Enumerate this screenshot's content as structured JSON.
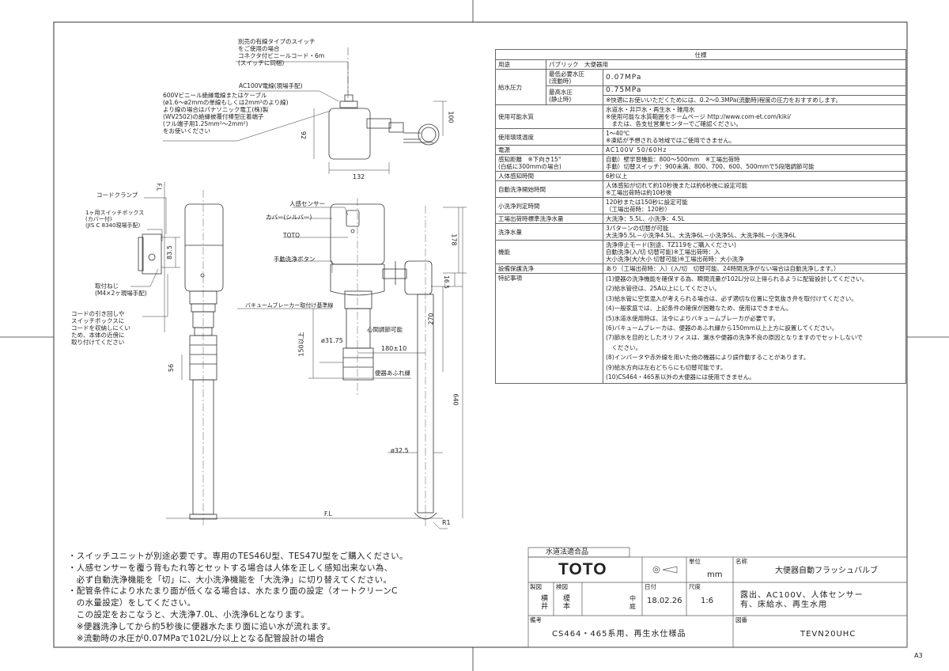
{
  "drawing": {
    "top_callouts": [
      "別売の有線タイプのスイッチ",
      "をご使用の場合",
      "コネクタ付ビニールコード・6m",
      "(スイッチに同梱)"
    ],
    "ac_cable_label": "AC100V電線(現場手配)",
    "vinyl_cable_notes": [
      "600Vビニール絶縁電線またはケーブル",
      "(ø1.6～ø2mmの単線もしくは2mm²のより線)",
      "より線の場合はパナソニック電工(株)製",
      "(WV2502)の絶縁被覆付棒型圧着端子",
      "(フル端子用1.25mm²～2mm²)",
      "をお使いください"
    ],
    "dims_top": {
      "d100": "100",
      "d92": "92",
      "d132": "132"
    },
    "cord_clamp": "コードクランプ",
    "switch_box": [
      "1ヶ用スイッチボックス",
      "(カバー付)",
      "(JIS C 8340現場手配)"
    ],
    "d83_5": "83.5",
    "mount_screw": [
      "取付ねじ",
      "(M4×2ヶ現場手配)"
    ],
    "cord_note": [
      "コードの引き回しや",
      "スイッチボックスに",
      "コードを収納しにくい",
      "ため、本体の近傍に",
      "取り付けてください"
    ],
    "d56": "56",
    "fl_left": "F.L",
    "sensor_label": "人感センサー",
    "cover_label": "カバー(シルバー)",
    "toto_label": "TOTO",
    "manual_button": "手動洗浄ボタン",
    "vacuum_label": "バキュームブレーカー取付け基準線",
    "d178": "178",
    "d16_5": "16.5",
    "d270": "270",
    "d150": "150以上",
    "d31_75": "ø31.75",
    "core_adjust": "心間調節可能",
    "d180": "180±10",
    "overflow": "便器あふれ縁",
    "d640": "640",
    "d32_5": "ø32.5",
    "fl_right": "F.L",
    "r1": "R1",
    "sheet_size": "A3"
  },
  "spec": {
    "title": "仕様",
    "rows": {
      "use_label": "用途",
      "use_value": "パブリック　大便器用",
      "pressure_label": "給水圧力",
      "min_label": [
        "最低必要水圧",
        "(流動時)"
      ],
      "min_value": "0.07MPa",
      "max_label": [
        "最高水圧",
        "(静止時)"
      ],
      "max_value": "0.75MPa",
      "pressure_note": "※快適にお使いいただくためには、0.2～0.3MPa(流動時)程度の圧力をおすすめします。",
      "water_label": "使用可能水質",
      "water_values": [
        "水道水・井戸水・再生水・雑用水",
        "※使用可能な水質範囲をホームページ http://www.com-et.com/kiki/",
        "　または、各支社営業センターでご確認ください。"
      ],
      "env_label": "使用環境温度",
      "env_values": [
        "1～40℃",
        "※凍結が予想される地域ではご使用できません。"
      ],
      "power_label": "電源",
      "power_value": "AC100V 50/60Hz",
      "sense_label": [
        "感知距離　※下向き15°",
        "(白紙に300mmの場合)"
      ],
      "sense_values": [
        "自動）壁学習機能：800～500mm　※工場出荷時",
        "手動）切替スイッチ：900未満、800、700、600、500mmで5段階調節可能"
      ],
      "detect_label": "人体感知時間",
      "detect_value": "6秒以上",
      "auto_label": "自動洗浄開始時間",
      "auto_values": [
        "人体感知が切れて約10秒後または約6秒後に設定可能",
        "※工場出荷時は約10秒後"
      ],
      "small_label": "小洗浄判定時間",
      "small_values": [
        "120秒または150秒に設定可能",
        "（工場出荷時：120秒）"
      ],
      "factory_label": "工場出荷時標準洗浄水量",
      "factory_value": "大洗浄：5.5L、小洗浄：4.5L",
      "flow_label": "洗浄水量",
      "flow_values": [
        "3パターンの切替が可能",
        "大洗浄5.5L－小洗浄4.5L、大洗浄6L－小洗浄5L、大洗浄8L－小洗浄6L"
      ],
      "func_label": "機能",
      "func_values": [
        "洗浄停止モード(別途、TZ119をご購入ください)",
        "自動洗浄(入/切 切替可能)※工場出荷時：入",
        "大小洗浄(大/大小 切替可能)※工場出荷時：大小洗浄"
      ],
      "protect_label": "設備保護洗浄",
      "protect_value": "あり（工場出荷時：入）(入/切　切替可能、24時間洗浄がない場合は自動洗浄します。）",
      "notes_label": "特記事項",
      "notes_values": [
        "(1)便器の洗浄機能を確保する為、瞬間流量が102L/分以上得られるように配管設計してください。",
        "(2)給水管径は、25A以上にしてください。",
        "(3)給水管に空気混入が考えられる場合は、必ず適切な位置に空気抜き弁を取付けてください。",
        "(4)一般家庭では、上記条件の確保が困難なため、使用はできません。",
        "(5)水道水使用時は、法令によりバキュームブレーカが必要です。",
        "(6)バキュームブレーカは、便器のあふれ縁から150mm以上上方に設置してください。",
        "(7)節水を目的としたオリフィスは、漏水や便器の洗浄不良の原因となりますのでセットしないで",
        "　ください。",
        "(8)インバータや赤外線を用いた他の機器により誤作動することがあります。",
        "(9)給水方向は左右どちらにも切替可能です。",
        "(10)CS464・465系以外の大便器には使用できません。"
      ]
    }
  },
  "notes": [
    "・スイッチユニットが別途必要です。専用のTES46U型、TES47U型をご購入ください。",
    "・人感センサーを覆う背もたれ等とセットする場合は人体を正しく感知出来ない為、",
    "　必ず自動洗浄機能を「切」に、大小洗浄機能を「大洗浄」に切り替えてください。",
    "・配管条件により水たまり面が低くなる場合は、水たまり面の設定（オートクリーンC",
    "　の水量設定）をしてください。",
    "　この設定をおこなうと、大洗浄7.0L、小洗浄6Lとなります。",
    "　※便器洗浄してから約5秒後に便器水たまり面に追い水が流れます。",
    "　※流動時の水圧が0.07MPaで102L/分以上となる配管設計の場合"
  ],
  "title_block": {
    "approval": "水道法適合品",
    "brand": "TOTO",
    "unit_label": "単位",
    "unit_value": "mm",
    "name_label": "名称",
    "name_value": "大便器自動フラッシュバルブ",
    "drafted_label": "製図",
    "checked_label": "検図",
    "drafter_top": "横",
    "drafter_bottom": "井",
    "checker_top": "榎",
    "checker_bottom": "本",
    "stamp": [
      "中",
      "庭"
    ],
    "date_label": "日付",
    "date_value": "18.02.26",
    "scale_label": "尺度",
    "scale_value": "1:6",
    "desc_lines": [
      "露出、AC100V、人体センサー",
      "有、床給水、再生水用"
    ],
    "remark_label": "備考",
    "remark_value": "CS464・465系用、再生水仕様品",
    "drawing_no_label": "図番",
    "drawing_no_value": "TEVN20UHC"
  }
}
